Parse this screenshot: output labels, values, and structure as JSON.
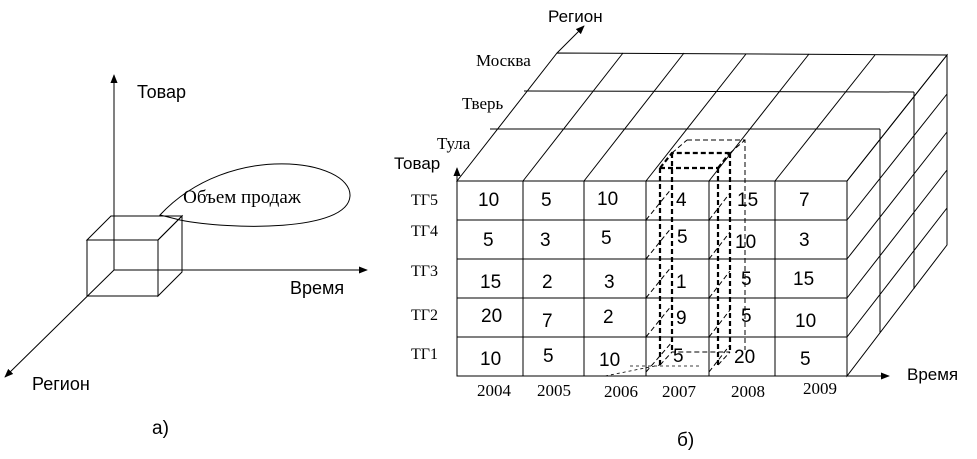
{
  "panel_a": {
    "axis_product": "Товар",
    "axis_time": "Время",
    "axis_region": "Регион",
    "callout": "Объем продаж",
    "caption": "а)"
  },
  "panel_b": {
    "axis_region": "Регион",
    "axis_product": "Товар",
    "axis_time": "Время",
    "caption": "б)",
    "regions": [
      "Москва",
      "Тверь",
      "Тула"
    ],
    "products": [
      "ТГ5",
      "ТГ4",
      "ТГ3",
      "ТГ2",
      "ТГ1"
    ],
    "years": [
      "2004",
      "2005",
      "2006",
      "2007",
      "2008",
      "2009"
    ],
    "cells": [
      [
        "10",
        "5",
        "10",
        "4",
        "15",
        "7"
      ],
      [
        "5",
        "3",
        "5",
        "5",
        "10",
        "3"
      ],
      [
        "15",
        "2",
        "3",
        "1",
        "5",
        "15"
      ],
      [
        "20",
        "7",
        "2",
        "9",
        "5",
        "10"
      ],
      [
        "10",
        "5",
        "10",
        "5",
        "20",
        "5"
      ]
    ]
  }
}
